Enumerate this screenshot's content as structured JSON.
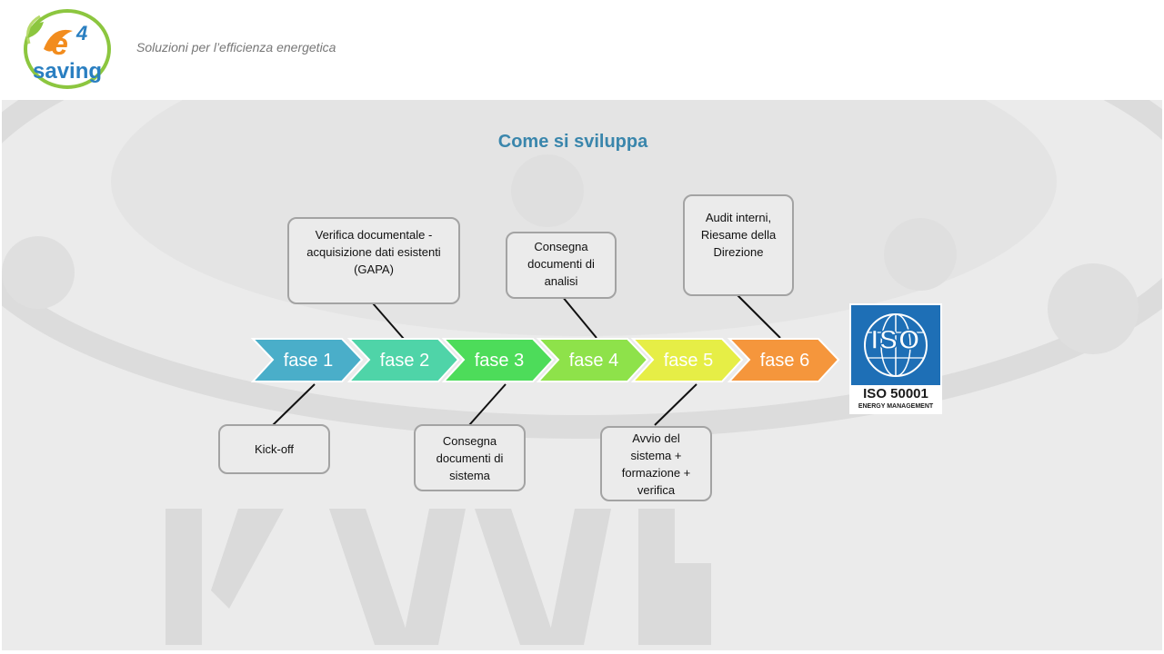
{
  "header": {
    "logo_text": "saving",
    "logo_number": "4",
    "logo_letter": "e",
    "tagline": "Soluzioni per l’efficienza energetica"
  },
  "diagram": {
    "title": "Come si sviluppa",
    "phases": [
      {
        "label": "fase 1",
        "color": "#4aaec9"
      },
      {
        "label": "fase 2",
        "color": "#4fd4a8"
      },
      {
        "label": "fase 3",
        "color": "#4ddc5a"
      },
      {
        "label": "fase 4",
        "color": "#8ee24a"
      },
      {
        "label": "fase 5",
        "color": "#e6ee46"
      },
      {
        "label": "fase 6",
        "color": "#f5963c"
      }
    ],
    "boxes": {
      "verifica": "Verifica documentale -\nacquisizione dati esistenti\n(GAPA)",
      "consegna_analisi": "Consegna\ndocumenti di\nanalisi",
      "audit": "Audit interni,\nRiesame della\nDirezione",
      "kickoff": "Kick-off",
      "consegna_sistema": "Consegna\ndocumenti di\nsistema",
      "avvio": "Avvio del\nsistema +\nformazione +\nverifica"
    },
    "iso": {
      "word": "ISO",
      "number": "ISO 50001",
      "subtitle": "ENERGY MANAGEMENT",
      "color": "#1e6fb6"
    }
  }
}
